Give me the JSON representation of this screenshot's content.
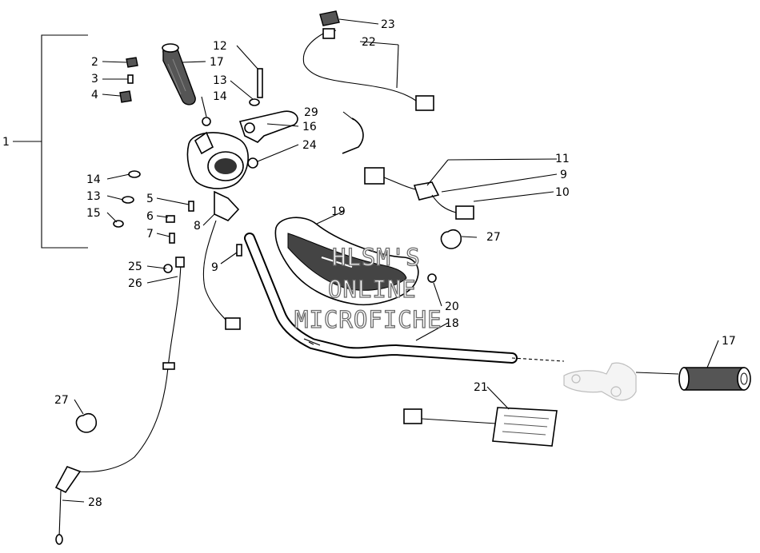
{
  "diagram": {
    "callouts": [
      "1",
      "2",
      "3",
      "4",
      "5",
      "6",
      "7",
      "8",
      "9",
      "9",
      "10",
      "11",
      "12",
      "13",
      "13",
      "14",
      "14",
      "15",
      "16",
      "17",
      "17",
      "18",
      "19",
      "20",
      "21",
      "22",
      "23",
      "24",
      "25",
      "26",
      "27",
      "27",
      "28",
      "29"
    ],
    "watermark": [
      "HLSM'S",
      "ONLINE",
      "MICROFICHE"
    ],
    "parts": [
      {
        "id": "throttle-housing",
        "icon": "throttle-housing-icon"
      },
      {
        "id": "handlebar",
        "icon": "handlebar-icon"
      },
      {
        "id": "handlebar-pad",
        "icon": "handlebar-pad-icon"
      },
      {
        "id": "grip-left",
        "icon": "grip-icon"
      },
      {
        "id": "grip-right",
        "icon": "grip-icon"
      },
      {
        "id": "throttle-cable",
        "icon": "cable-icon"
      },
      {
        "id": "heater-element",
        "icon": "heater-element-icon"
      },
      {
        "id": "hood-pad",
        "icon": "pad-icon"
      },
      {
        "id": "switch-harness",
        "icon": "switch-icon"
      },
      {
        "id": "cable-clamp",
        "icon": "clamp-icon"
      }
    ]
  }
}
